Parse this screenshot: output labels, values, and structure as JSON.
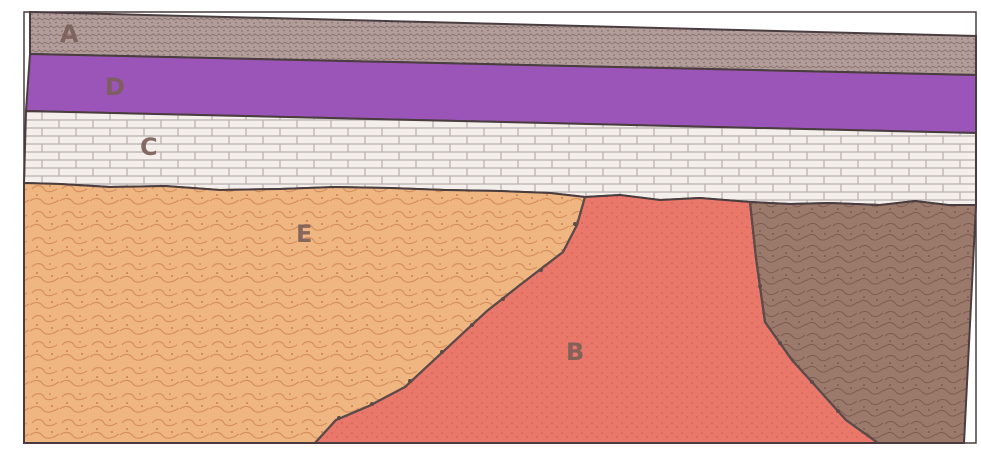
{
  "diagram": {
    "labels": {
      "a": "A",
      "d": "D",
      "c": "C",
      "e": "E",
      "b": "B"
    },
    "colors": {
      "layer_a": "#b29d9a",
      "layer_d": "#9b55b8",
      "layer_c": "#f3ede8",
      "rock_e": "#f0b682",
      "rock_b": "#e9786a",
      "rock_right": "#9c7a6b",
      "outline": "#4a3d3f"
    }
  }
}
